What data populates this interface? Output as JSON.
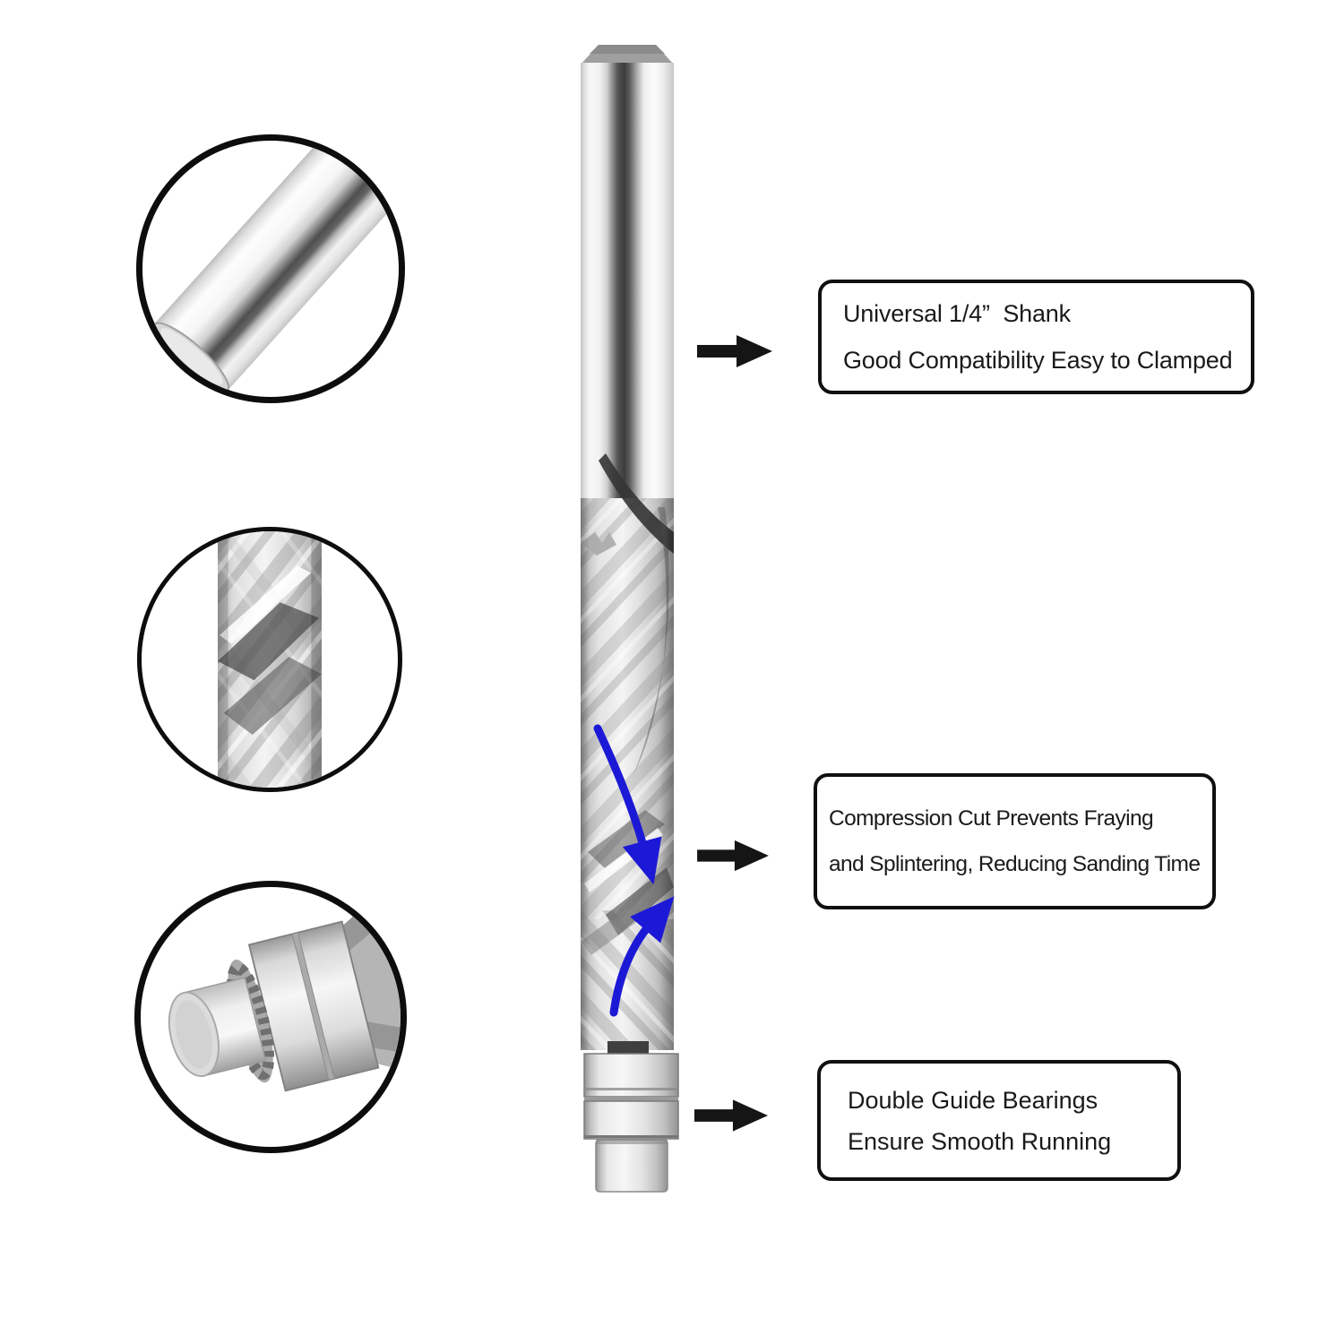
{
  "figure": {
    "type": "product-feature-annotation",
    "subject": "Compression spiral flush trim router bit with double guide bearings"
  },
  "colors": {
    "background": "#ffffff",
    "outline_black": "#0f0f0f",
    "callout_arrow_black": "#151515",
    "cut_direction_blue": "#1c19d6",
    "metal_highlight": "#f8f8f8",
    "metal_shadow": "#3f3f3f"
  },
  "callouts": [
    {
      "id": "shank",
      "lines": [
        "Universal 1/4”  Shank",
        "Good Compatibility Easy to Clamped"
      ]
    },
    {
      "id": "compression-cut",
      "lines": [
        "Compression Cut Prevents Fraying",
        "and Splintering, Reducing Sanding Time"
      ]
    },
    {
      "id": "bearings",
      "lines": [
        "Double Guide Bearings",
        "Ensure Smooth Running"
      ]
    }
  ],
  "detail_views": [
    {
      "id": "shank-closeup",
      "depicts": "smooth round shank close-up"
    },
    {
      "id": "flute-closeup",
      "depicts": "spiral compression flutes close-up"
    },
    {
      "id": "bearing-closeup",
      "depicts": "double guide bearings and pilot close-up"
    }
  ]
}
